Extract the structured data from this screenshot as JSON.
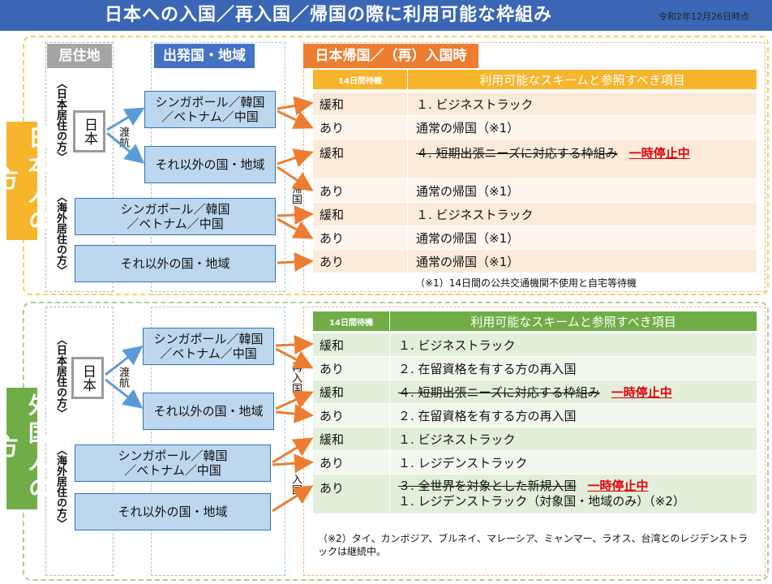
{
  "header": {
    "title": "日本への入国／再入国／帰国の際に利用可能な枠組み",
    "date": "令和2年12月26日時点"
  },
  "columns": {
    "residence": "居住地",
    "departure": "出発国・地域",
    "entry": "日本帰国／（再）入国時"
  },
  "colors": {
    "title_bar": "#3a66b5",
    "japanese_accent": "#f7b52c",
    "foreign_accent": "#70ad47",
    "country_box": "#bdd7ee",
    "arrow_orange": "#ed7d31",
    "arrow_blue": "#5b9bd5",
    "stop_red": "#e0000b"
  },
  "japanese": {
    "label": "日本人の方",
    "bracket_japan_res": "〈日本居住の方〉",
    "bracket_overseas_res": "〈海外居住の方〉",
    "japan_box": "日本",
    "travel": "渡航",
    "return": "帰国",
    "country_a": "シンガポール／韓国\n／ベトナム／中国",
    "country_b": "それ以外の国・地域",
    "country_c": "シンガポール／韓国\n／ベトナム／中国",
    "country_d": "それ以外の国・地域",
    "table_header_left": "14日間待機",
    "table_header_right": "利用可能なスキームと参照すべき項目",
    "rows": [
      {
        "wait": "緩和",
        "scheme": "１. ビジネストラック"
      },
      {
        "wait": "あり",
        "scheme": "通常の帰国（※1）"
      },
      {
        "wait": "緩和",
        "scheme": "４. 短期出張ニーズに対応する枠組み",
        "stop": "一時停止中"
      },
      {
        "wait": "あり",
        "scheme": "通常の帰国（※1）"
      },
      {
        "wait": "緩和",
        "scheme": "１. ビジネストラック"
      },
      {
        "wait": "あり",
        "scheme": "通常の帰国（※1）"
      },
      {
        "wait": "あり",
        "scheme": "通常の帰国（※1）"
      }
    ],
    "note": "（※1）14日間の公共交通機関不使用と自宅等待機"
  },
  "foreign": {
    "label": "外国人の方",
    "bracket_japan_res": "〈日本居住の方〉",
    "bracket_overseas_res": "〈海外居住の方〉",
    "japan_box": "日本",
    "travel": "渡航",
    "reentry": "再入国",
    "entry": "入国",
    "country_a": "シンガポール／韓国\n／ベトナム／中国",
    "country_b": "それ以外の国・地域",
    "country_c": "シンガポール／韓国\n／ベトナム／中国",
    "country_d": "それ以外の国・地域",
    "table_header_left": "14日間待機",
    "table_header_right": "利用可能なスキームと参照すべき項目",
    "rows": [
      {
        "wait": "緩和",
        "scheme": "１. ビジネストラック"
      },
      {
        "wait": "あり",
        "scheme": "２. 在留資格を有する方の再入国"
      },
      {
        "wait": "緩和",
        "scheme": "４. 短期出張ニーズに対応する枠組み",
        "stop": "一時停止中"
      },
      {
        "wait": "あり",
        "scheme": "２. 在留資格を有する方の再入国"
      },
      {
        "wait": "緩和",
        "scheme": "１. ビジネストラック"
      },
      {
        "wait": "あり",
        "scheme": "１. レジデンストラック"
      },
      {
        "wait": "あり",
        "scheme": "３. 全世界を対象とした新規入国",
        "stop": "一時停止中",
        "scheme2": "１. レジデンストラック（対象国・地域のみ）（※2）"
      }
    ],
    "note": "（※2）タイ、カンボジア、ブルネイ、マレーシア、ミャンマー、ラオス、台湾とのレジデンストラックは継続中。"
  }
}
